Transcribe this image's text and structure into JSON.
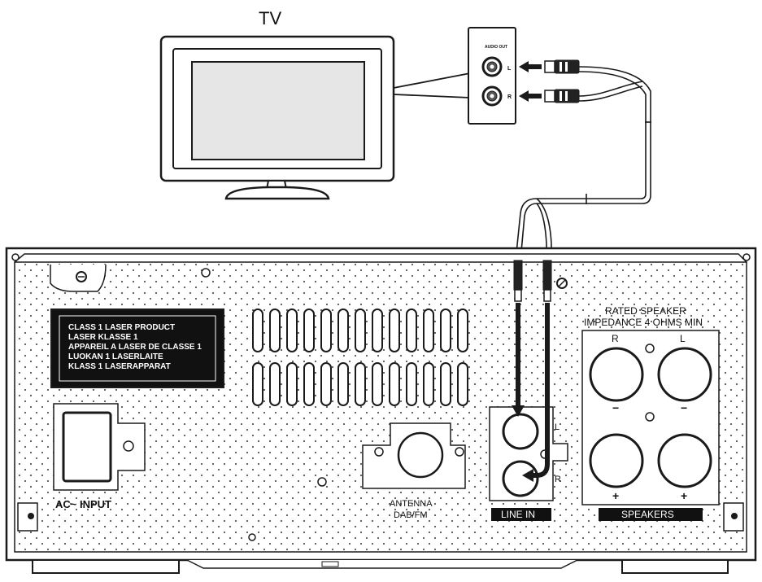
{
  "tv": {
    "label": "TV",
    "audio_out_label": "AUDIO OUT",
    "jack_left": "L",
    "jack_right": "R"
  },
  "laser_label": {
    "lines": [
      "CLASS 1 LASER PRODUCT",
      "LASER KLASSE 1",
      "APPAREIL A LASER DE CLASSE 1",
      "LUOKAN 1 LASERLAITE",
      "KLASS 1 LASERAPPARAT"
    ]
  },
  "ac_input_label": "AC~ INPUT",
  "antenna": {
    "line1": "ANTENNA",
    "line2": "DAB/FM"
  },
  "line_in": {
    "label": "LINE IN",
    "left": "L",
    "right": "R"
  },
  "speakers": {
    "heading_line1": "RATED SPEAKER",
    "heading_line2": "IMPEDANCE 4 OHMS MIN",
    "right": "R",
    "left": "L",
    "minus": "−",
    "plus": "+",
    "label": "SPEAKERS"
  },
  "colors": {
    "outline": "#1a1a1a",
    "panel": "#ffffff",
    "label_fill": "#111111",
    "screen_fill": "#e6e6e6"
  }
}
